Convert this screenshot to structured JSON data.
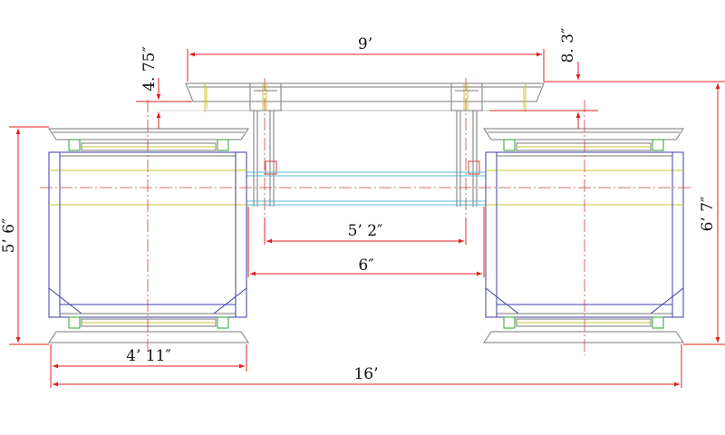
{
  "dimensions": {
    "top_width": "9’",
    "top_gap": "8. 3″",
    "deck_thickness": "4. 75″",
    "inner_span": "5’ 2″",
    "mid_span": "6″",
    "left_height": "5’ 6″",
    "right_height": "6’ 7″",
    "unit_width": "4’ 11″",
    "total_width": "16’"
  },
  "colors": {
    "dimension": "#e0201c",
    "outline": "#7a7a7a",
    "frame": "#3c3ca8",
    "rail": "#c8c830",
    "beam": "#58b8c8",
    "bolt": "#30a030",
    "centerline": "#d04040"
  }
}
